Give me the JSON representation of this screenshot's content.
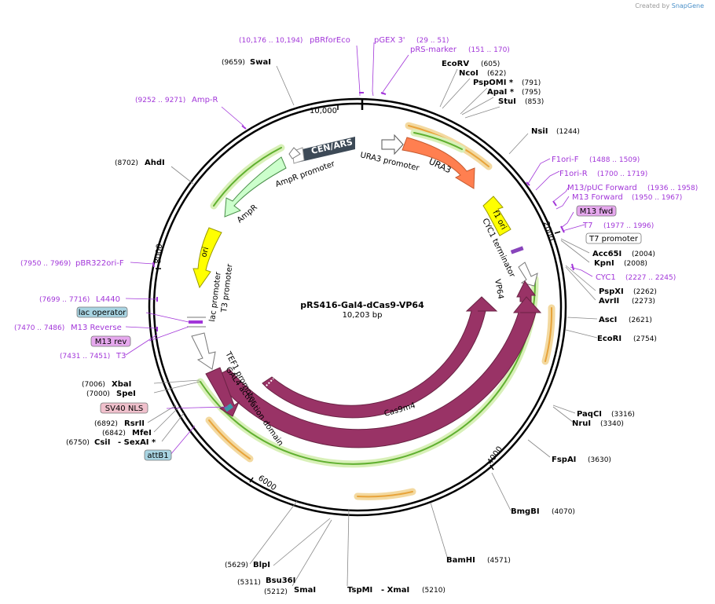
{
  "credit": {
    "prefix": "Created by",
    "brand": "SnapGene"
  },
  "map": {
    "name": "pRS416-Gal4-dCas9-VP64",
    "size": "10,203 bp"
  },
  "ticks": [
    "10,000",
    "2000",
    "4000",
    "6000",
    "8000"
  ],
  "enzymes": [
    {
      "name": "SwaI",
      "pos": "(9659)"
    },
    {
      "name": "EcoRV",
      "pos": "(605)"
    },
    {
      "name": "NcoI",
      "pos": "(622)"
    },
    {
      "name": "PspOMI *",
      "pos": "(791)"
    },
    {
      "name": "ApaI *",
      "pos": "(795)"
    },
    {
      "name": "StuI",
      "pos": "(853)"
    },
    {
      "name": "NsiI",
      "pos": "(1244)"
    },
    {
      "name": "AhdI",
      "pos": "(8702)"
    },
    {
      "name": "Acc65I",
      "pos": "(2004)"
    },
    {
      "name": "KpnI",
      "pos": "(2008)"
    },
    {
      "name": "PspXI",
      "pos": "(2262)"
    },
    {
      "name": "AvrII",
      "pos": "(2273)"
    },
    {
      "name": "AscI",
      "pos": "(2621)"
    },
    {
      "name": "EcoRI",
      "pos": "(2754)"
    },
    {
      "name": "PaqCI",
      "pos": "(3316)"
    },
    {
      "name": "NruI",
      "pos": "(3340)"
    },
    {
      "name": "FspAI",
      "pos": "(3630)"
    },
    {
      "name": "BmgBI",
      "pos": "(4070)"
    },
    {
      "name": "BamHI",
      "pos": "(4571)"
    },
    {
      "name": "TspMI",
      "pos": "(5210)"
    },
    {
      "name": "- XmaI",
      "pos": ""
    },
    {
      "name": "SmaI",
      "pos": "(5212)"
    },
    {
      "name": "Bsu36I",
      "pos": "(5311)"
    },
    {
      "name": "BlpI",
      "pos": "(5629)"
    },
    {
      "name": "XbaI",
      "pos": "(7006)"
    },
    {
      "name": "SpeI",
      "pos": "(7000)"
    },
    {
      "name": "RsrII",
      "pos": "(6892)"
    },
    {
      "name": "MfeI",
      "pos": "(6842)"
    },
    {
      "name": "CsiI",
      "pos": "(6750)"
    },
    {
      "name": "- SexAI *",
      "pos": ""
    }
  ],
  "primers": [
    {
      "name": "pBRforEco",
      "pos": "(10,176 .. 10,194)"
    },
    {
      "name": "pGEX 3'",
      "pos": "(29 .. 51)"
    },
    {
      "name": "pRS-marker",
      "pos": "(151 .. 170)"
    },
    {
      "name": "Amp-R",
      "pos": "(9252 .. 9271)"
    },
    {
      "name": "F1ori-F",
      "pos": "(1488 .. 1509)"
    },
    {
      "name": "F1ori-R",
      "pos": "(1700 .. 1719)"
    },
    {
      "name": "M13/pUC Forward",
      "pos": "(1936 .. 1958)"
    },
    {
      "name": "M13 Forward",
      "pos": "(1950 .. 1967)"
    },
    {
      "name": "T7",
      "pos": "(1977 .. 1996)"
    },
    {
      "name": "CYC1",
      "pos": "(2227 .. 2245)"
    },
    {
      "name": "pBR322ori-F",
      "pos": "(7950 .. 7969)"
    },
    {
      "name": "L4440",
      "pos": "(7699 .. 7716)"
    },
    {
      "name": "M13 Reverse",
      "pos": "(7470 .. 7486)"
    },
    {
      "name": "T3",
      "pos": "(7431 .. 7451)"
    }
  ],
  "boxes": [
    "M13 fwd",
    "T7 promoter",
    "lac operator",
    "M13 rev",
    "SV40 NLS",
    "attB1"
  ],
  "features": {
    "cen_ars": "CEN/ARS",
    "ura3": "URA3",
    "ura3_promoter": "URA3 promoter",
    "ampr_promoter": "AmpR promoter",
    "ampr": "AmpR",
    "ori": "ori",
    "f1_ori": "f1 ori",
    "cyc1_terminator": "CYC1 terminator",
    "vp64": "VP64",
    "lac_promoter": "lac promoter",
    "t3_promoter": "T3 promoter",
    "tef1_promoter": "TEF1 promoter",
    "gal4": "GAL4 activation domain",
    "cas9m4": "Cas9m4",
    "cas9": "Cas9"
  },
  "colors": {
    "backbone": "#000000",
    "primer": "#a236d9",
    "cas9": "#993366",
    "ura3": "#ff7f50",
    "ori": "#ffff00",
    "ampr": "#ccffcc",
    "cen_ars": "#3d4a57",
    "orf": "#e8a33a",
    "orf_green": "#60b030",
    "box_purple": "#e6a8ee",
    "box_blue": "#a8d4e2",
    "box_pink": "#f0c0cc"
  }
}
